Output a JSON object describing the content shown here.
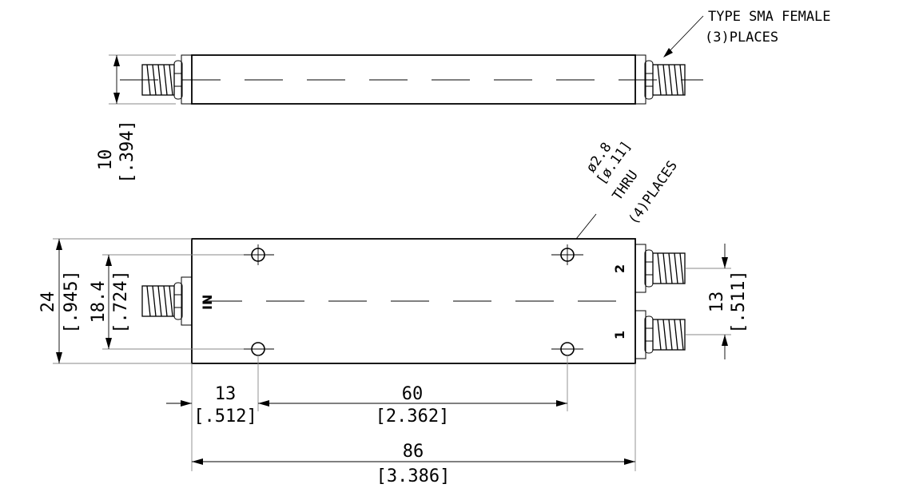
{
  "connector_note": {
    "line1": "TYPE SMA FEMALE",
    "line2": "(3)PLACES"
  },
  "hole_note": {
    "line1": "ø2.8",
    "line2": "[ø.11]",
    "line3": "THRU",
    "line4": "(4)PLACES"
  },
  "port_labels": {
    "input": "IN",
    "port1": "1",
    "port2": "2"
  },
  "dimensions": {
    "height_side": {
      "mm": "10",
      "in": "[.394]"
    },
    "width_top": {
      "mm": "24",
      "in": "[.945]"
    },
    "hole_spacing_y": {
      "mm": "18.4",
      "in": "[.724]"
    },
    "port_spacing": {
      "mm": "13",
      "in": "[.511]"
    },
    "hole_offset_x": {
      "mm": "13",
      "in": "[.512]"
    },
    "hole_spacing_x": {
      "mm": "60",
      "in": "[2.362]"
    },
    "overall_length": {
      "mm": "86",
      "in": "[3.386]"
    }
  }
}
